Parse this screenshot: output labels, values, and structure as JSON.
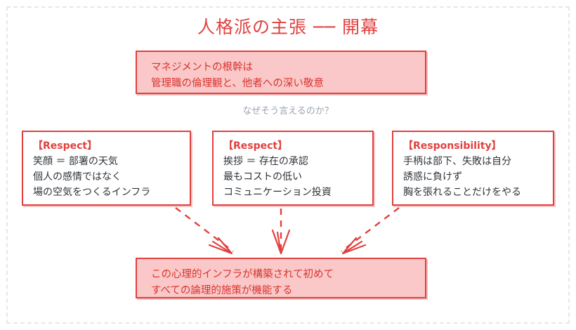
{
  "diagram": {
    "title": "人格派の主張 ── 開幕",
    "frame_color": "#e3e8ef",
    "accent_color": "#e0413f",
    "fill_color": "#fac8c8",
    "connector_label": "なぜそう言えるのか？",
    "premise": {
      "lines": [
        "マネジメントの根幹は",
        "管理職の倫理観と、他者への深い敬意"
      ]
    },
    "pillars": [
      {
        "heading": "【Respect】",
        "lines": [
          "笑顔 ＝ 部署の天気",
          "個人の感情ではなく",
          "場の空気をつくるインフラ"
        ]
      },
      {
        "heading": "【Respect】",
        "lines": [
          "挨拶 ＝ 存在の承認",
          "最もコストの低い",
          "コミュニケーション投資"
        ]
      },
      {
        "heading": "【Responsibility】",
        "lines": [
          "手柄は部下、失敗は自分",
          "誘惑に負けず",
          "胸を張れることだけをやる"
        ]
      }
    ],
    "conclusion": {
      "lines": [
        "この心理的インフラが構築されて初めて",
        "すべての論理的施策が機能する"
      ]
    }
  }
}
